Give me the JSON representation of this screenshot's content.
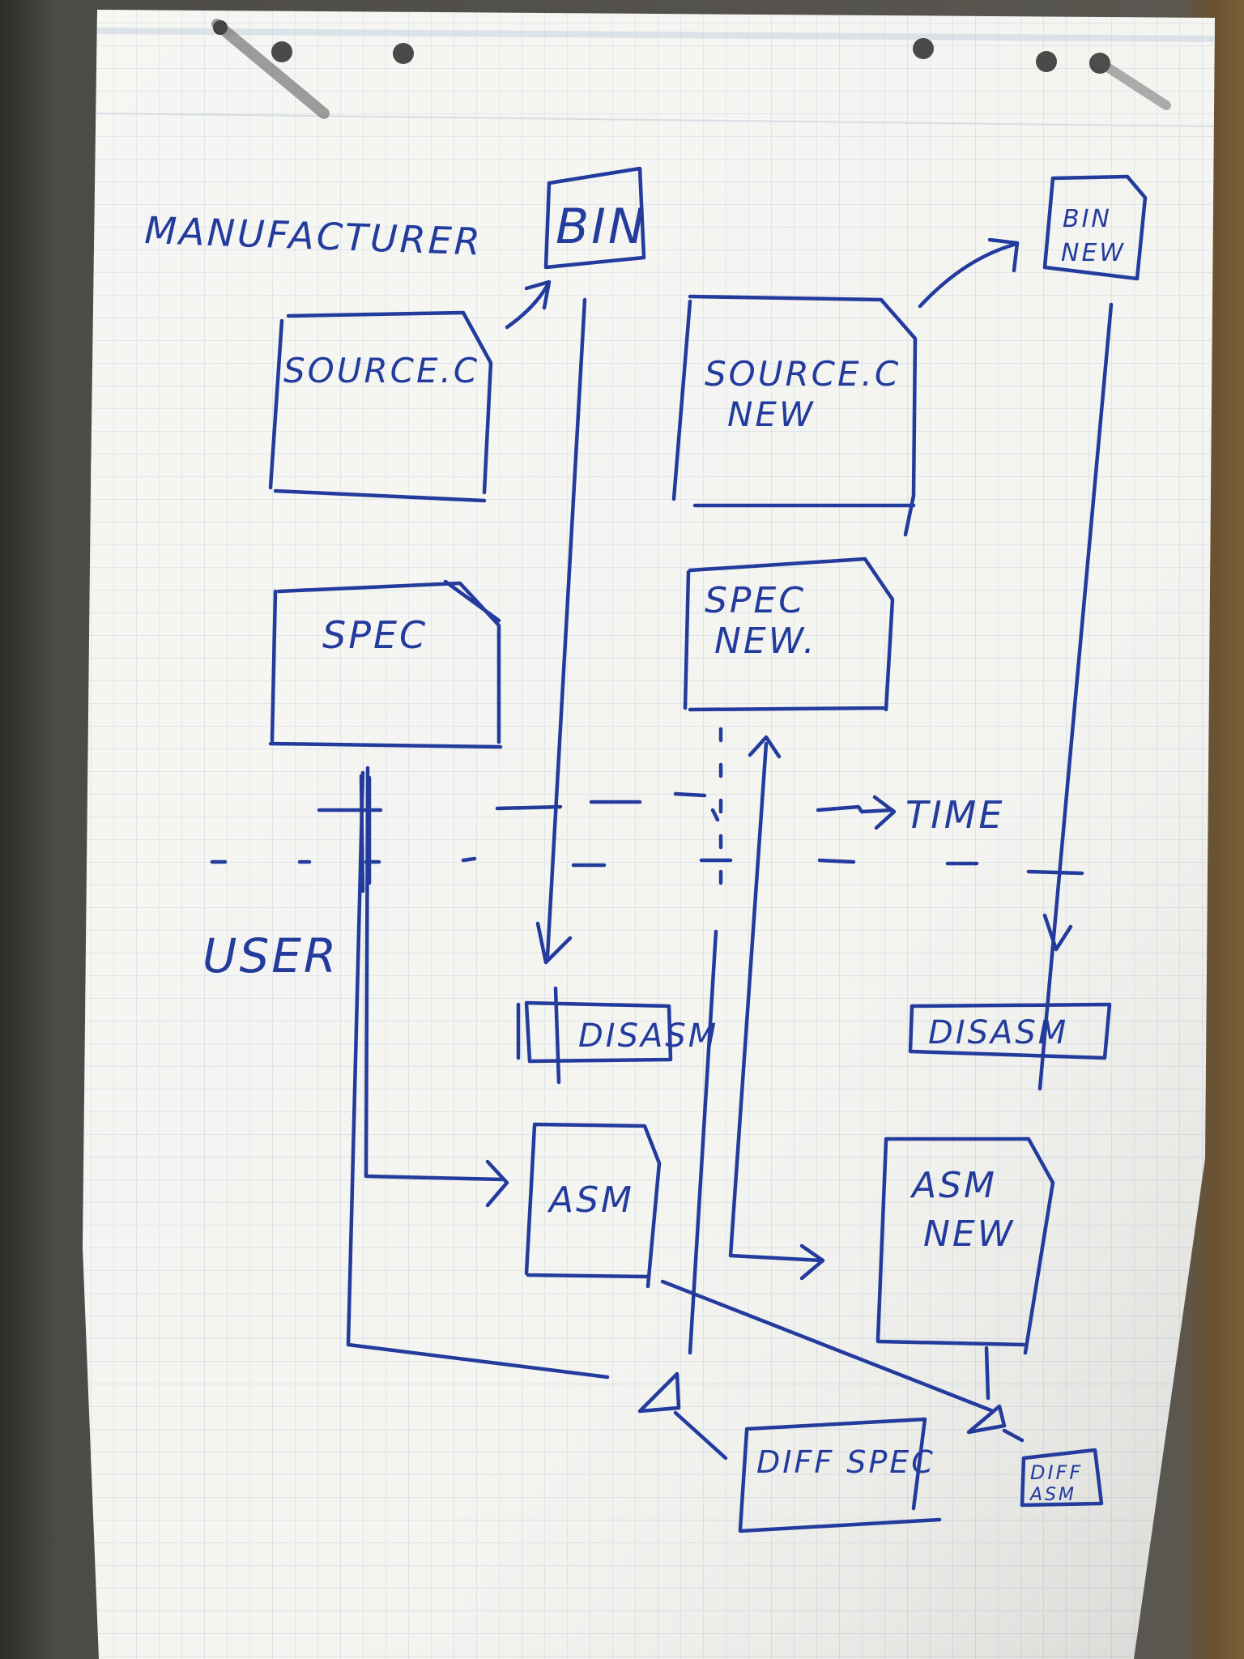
{
  "diagram": {
    "sections": {
      "manufacturer": "MANUFACTURER",
      "user": "USER",
      "time": "TIME"
    },
    "nodes": {
      "bin": "BIN",
      "source_c": "SOURCE.C",
      "spec": "SPEC",
      "bin_new": [
        "BIN",
        "NEW"
      ],
      "source_c_new": [
        "SOURCE.C",
        "NEW"
      ],
      "spec_new": [
        "SPEC",
        "NEW."
      ],
      "disasm": "DISASM",
      "disasm_new": "DISASM",
      "asm": "ASM",
      "asm_new": [
        "ASM",
        "NEW"
      ],
      "diff_spec": "DIFF SPEC",
      "diff_asm": [
        "DIFF",
        "ASM"
      ]
    }
  },
  "colors": {
    "ink": "#233b9c",
    "paper": "#f4f4f1",
    "grid": "#c9d4df"
  }
}
